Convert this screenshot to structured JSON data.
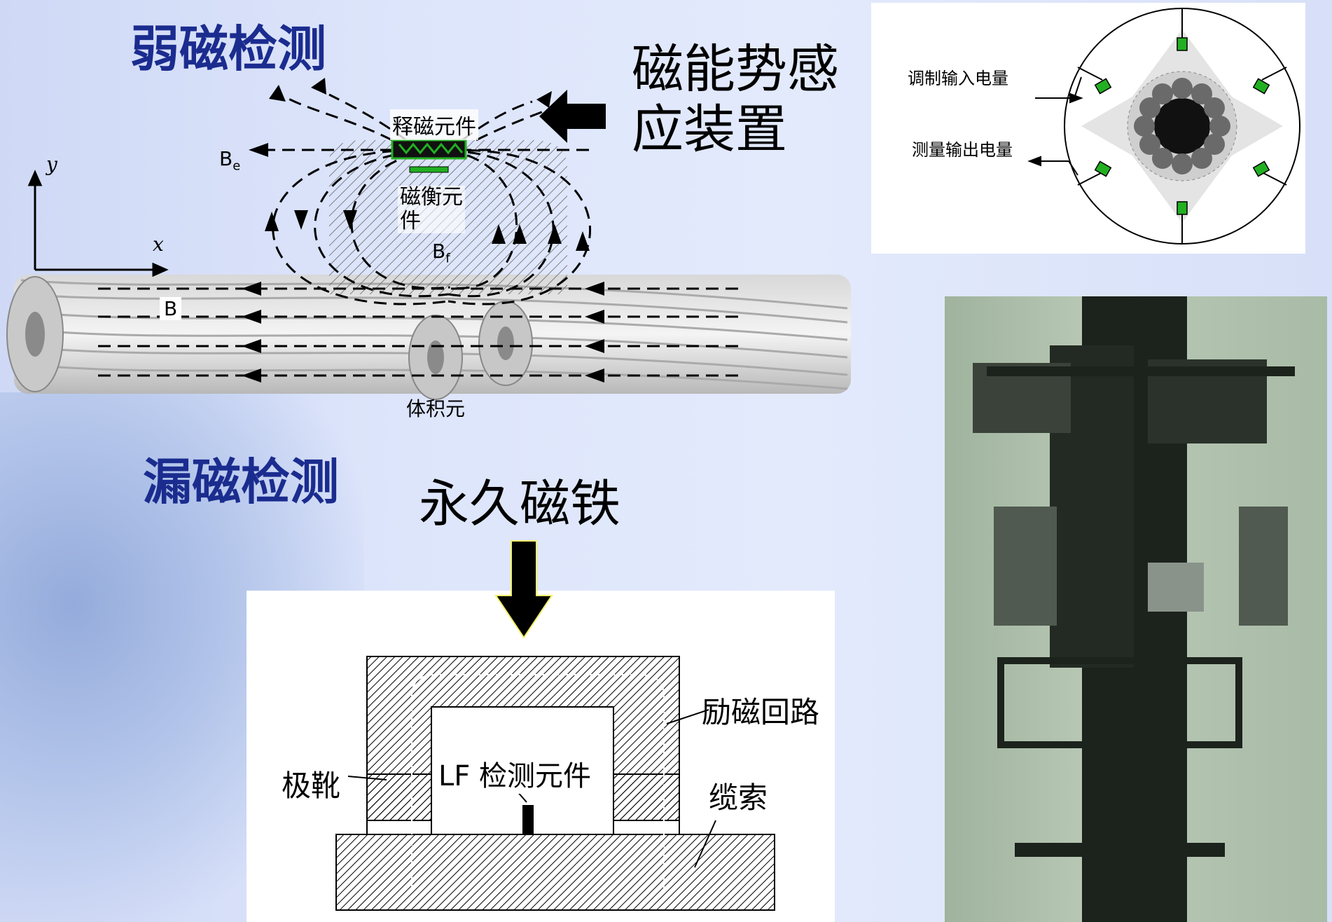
{
  "titles": {
    "weak_magnetic": "弱磁检测",
    "magnetic_energy": "磁能势感\n应装置",
    "leakage_magnetic": "漏磁检测",
    "permanent_magnet": "永久磁铁"
  },
  "weak_diagram": {
    "release_element": "释磁元件",
    "balance_element": "磁衡元\n件",
    "volume_element": "体积元",
    "be_base": "B",
    "be_sub": "e",
    "bf_base": "B",
    "bf_sub": "f",
    "b_label": "B",
    "axis_x": "x",
    "axis_y": "y"
  },
  "cross_section": {
    "input_label": "调制输入电量",
    "output_label": "测量输出电量"
  },
  "leakage_diagram": {
    "excitation_circuit": "励磁回路",
    "pole_shoe": "极靴",
    "lf_element": "LF 检测元件",
    "cable": "缆索"
  },
  "colors": {
    "title_blue": "#1b2c8f",
    "sensor_green": "#22b022",
    "photo_dark": "#1c221c"
  }
}
